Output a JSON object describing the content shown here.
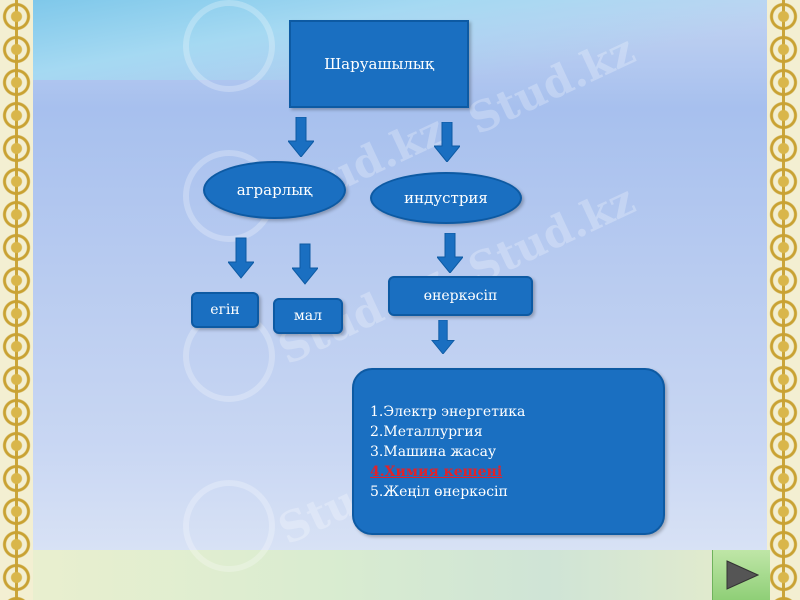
{
  "diagram": {
    "root": "Шаруашылық",
    "agrarian": "аграрлық",
    "industry": "индустрия",
    "crop": "егін",
    "livestock": "мал",
    "production": "өнеркәсіп",
    "branches": [
      {
        "label": "1.Электр энергетика",
        "highlight": false
      },
      {
        "label": "2.Металлургия",
        "highlight": false
      },
      {
        "label": "3.Машина жасау",
        "highlight": false
      },
      {
        "label": "4.Химия кешені",
        "highlight": true
      },
      {
        "label": "5.Жеңіл өнеркәсіп",
        "highlight": false
      }
    ]
  },
  "watermark": "Stud.kz",
  "colors": {
    "box": "#1a6fc1",
    "highlight": "#e0232a",
    "arrow": "#1a6fc1"
  },
  "navigation": {
    "next_icon": "play-triangle-icon"
  }
}
